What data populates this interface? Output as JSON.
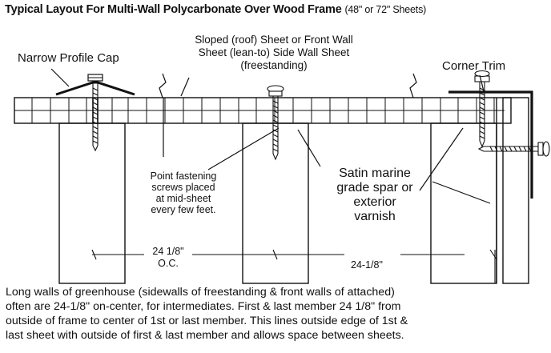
{
  "title": {
    "main": "Typical Layout For Multi-Wall Polycarbonate Over Wood Frame",
    "sub": "(48\" or 72\" Sheets)"
  },
  "labels": {
    "narrow_cap": "Narrow Profile Cap",
    "sloped_sheet_line1": "Sloped (roof) Sheet or Front Wall",
    "sloped_sheet_line2": "Sheet (lean-to) Side Wall Sheet",
    "sloped_sheet_line3": "(freestanding)",
    "corner_trim": "Corner Trim",
    "point_fastening_line1": "Point fastening",
    "point_fastening_line2": "screws placed",
    "point_fastening_line3": "at mid-sheet",
    "point_fastening_line4": "every few feet.",
    "varnish_line1": "Satin marine",
    "varnish_line2": "grade spar or",
    "varnish_line3": "exterior",
    "varnish_line4": "varnish",
    "dim_oc_line1": "24 1/8\"",
    "dim_oc_line2": "O.C.",
    "dim_right": "24-1/8\""
  },
  "footer": {
    "line1": "Long walls of greenhouse (sidewalls of freestanding & front walls of attached)",
    "line2": "often are 24-1/8\" on-center, for intermediates. First & last member 24 1/8\" from",
    "line3": "outside of frame to center of 1st or last member.  This lines outside edge of 1st &",
    "line4": "last sheet with outside of first & last member and allows space between sheets."
  }
}
